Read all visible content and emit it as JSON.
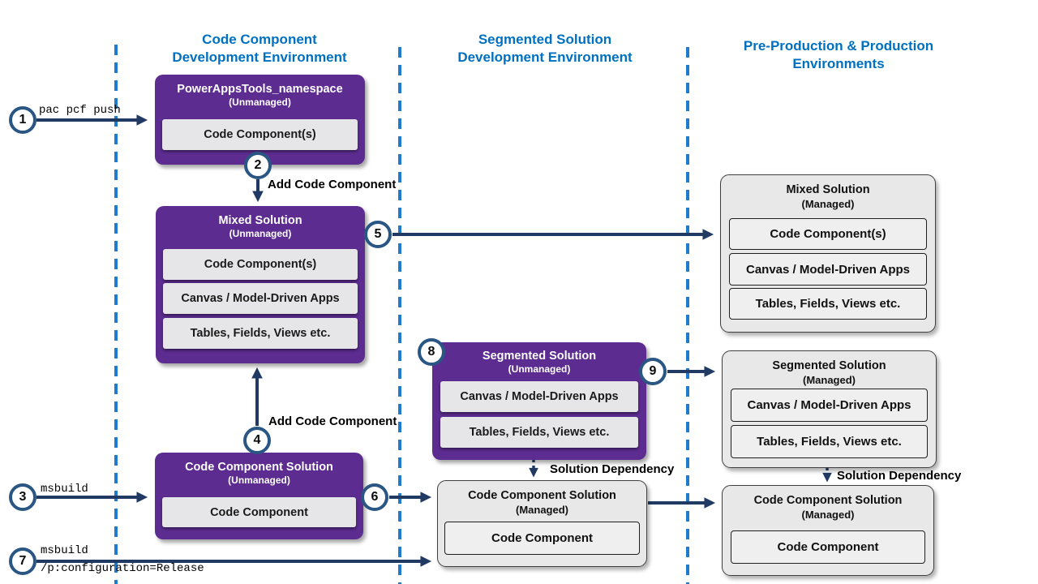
{
  "colors": {
    "unmanaged_purple": "#5C2C91",
    "lane_header_blue": "#0070C0",
    "lane_dash_blue": "#1E7BCE",
    "arrow_navy": "#203A64",
    "circle_border_navy": "#2A5684",
    "managed_box_gray": "#E8E8E8",
    "item_gray": "#E6E6E8"
  },
  "lanes": {
    "dev": "Code Component\nDevelopment Environment",
    "segmented": "Segmented Solution\nDevelopment Environment",
    "prod": "Pre-Production & Production\nEnvironments"
  },
  "steps": [
    "1",
    "2",
    "3",
    "4",
    "5",
    "6",
    "7",
    "8",
    "9"
  ],
  "commands": {
    "pac_pcf_push": "pac pcf push",
    "msbuild": "msbuild",
    "msbuild_release_line1": "msbuild",
    "msbuild_release_line2": "/p:configuration=Release"
  },
  "arrow_labels": {
    "add_code_component_top": "Add Code Component",
    "add_code_component_bottom": "Add Code Component",
    "solution_dependency_mid": "Solution Dependency",
    "solution_dependency_right": "Solution Dependency"
  },
  "boxes": {
    "namespace_unmanaged": {
      "title": "PowerAppsTools_namespace",
      "state": "(Unmanaged)",
      "items": [
        "Code Component(s)"
      ]
    },
    "mixed_unmanaged": {
      "title": "Mixed Solution",
      "state": "(Unmanaged)",
      "items": [
        "Code Component(s)",
        "Canvas / Model-Driven Apps",
        "Tables, Fields, Views etc."
      ]
    },
    "code_component_unmanaged": {
      "title": "Code Component Solution",
      "state": "(Unmanaged)",
      "items": [
        "Code Component"
      ]
    },
    "segmented_unmanaged": {
      "title": "Segmented Solution",
      "state": "(Unmanaged)",
      "items": [
        "Canvas / Model-Driven Apps",
        "Tables, Fields, Views etc."
      ]
    },
    "code_component_managed_mid": {
      "title": "Code Component Solution",
      "state": "(Managed)",
      "items": [
        "Code Component"
      ]
    },
    "mixed_managed": {
      "title": "Mixed Solution",
      "state": "(Managed)",
      "items": [
        "Code Component(s)",
        "Canvas / Model-Driven Apps",
        "Tables, Fields, Views etc."
      ]
    },
    "segmented_managed": {
      "title": "Segmented Solution",
      "state": "(Managed)",
      "items": [
        "Canvas / Model-Driven Apps",
        "Tables, Fields, Views etc."
      ]
    },
    "code_component_managed_prod": {
      "title": "Code Component Solution",
      "state": "(Managed)",
      "items": [
        "Code Component"
      ]
    }
  }
}
